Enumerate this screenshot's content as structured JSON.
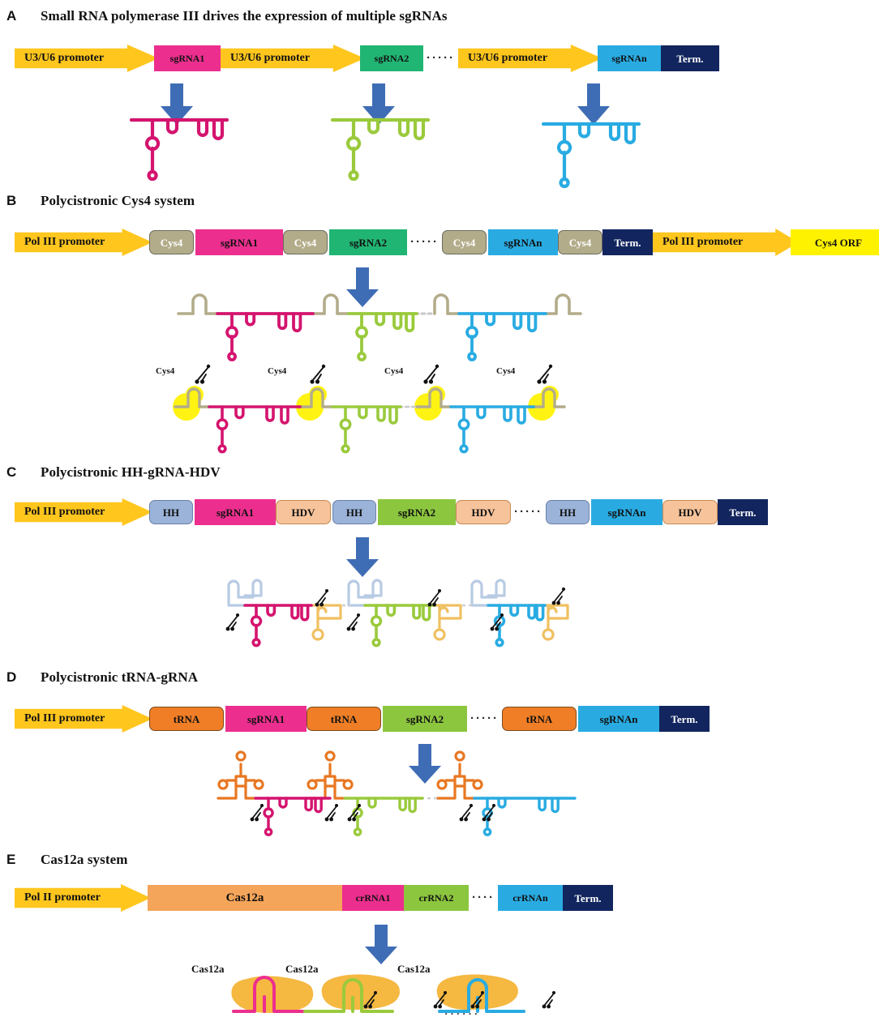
{
  "figure": {
    "colors": {
      "promoter_yellow": "#FFC61E",
      "promoter_gold": "#F5B400",
      "sgrna1_pink": "#EC2F8E",
      "sgrna1_magenta": "#E8308C",
      "sgrna2_green": "#17B871",
      "sgrna2_lightgreen": "#8CC63F",
      "sgrnan_blue": "#29ABE2",
      "term_navy": "#12255E",
      "cys4_khaki": "#B3AC8A",
      "hh_blue": "#9BB3D9",
      "hdv_peach": "#F6C39B",
      "trna_orange": "#F07E26",
      "cas12a_orange": "#F5A55A",
      "cas12a_blob": "#F5B841",
      "orf_yellow": "#FFF200",
      "process_arrow_blue": "#3F6DB5",
      "highlight_yellow": "#FFF200",
      "rna_pink": "#D4146E",
      "rna_green": "#9ACA3C",
      "rna_blue": "#29ABE2",
      "rna_khaki": "#B3AC8A",
      "rna_lightblue": "#B8CBE3",
      "rna_gold": "#F0C060",
      "rna_orange": "#E87722"
    },
    "panels": [
      {
        "letter": "A",
        "title": "Small RNA polymerase III drives the expression of multiple sgRNAs",
        "construct": [
          {
            "label": "U3/U6 promoter",
            "type": "promoter"
          },
          {
            "label": "sgRNA1",
            "type": "block"
          },
          {
            "label": "U3/U6 promoter",
            "type": "promoter"
          },
          {
            "label": "sgRNA2",
            "type": "block"
          },
          {
            "label": "·····",
            "type": "dots"
          },
          {
            "label": "U3/U6 promoter",
            "type": "promoter"
          },
          {
            "label": "sgRNAn",
            "type": "block"
          },
          {
            "label": "Term.",
            "type": "block"
          }
        ],
        "arrow_count": 3,
        "transcript_count": 3
      },
      {
        "letter": "B",
        "title": "Polycistronic Cys4 system",
        "construct": [
          {
            "label": "Pol III promoter",
            "type": "promoter"
          },
          {
            "label": "Cys4",
            "type": "block"
          },
          {
            "label": "sgRNA1",
            "type": "block"
          },
          {
            "label": "Cys4",
            "type": "block"
          },
          {
            "label": "sgRNA2",
            "type": "block"
          },
          {
            "label": "·····",
            "type": "dots"
          },
          {
            "label": "Cys4",
            "type": "block"
          },
          {
            "label": "sgRNAn",
            "type": "block"
          },
          {
            "label": "Cys4",
            "type": "block"
          },
          {
            "label": "Term.",
            "type": "block"
          },
          {
            "label": "Pol III promoter",
            "type": "promoter"
          },
          {
            "label": "Cys4 ORF",
            "type": "block"
          }
        ],
        "cleavage_labels": [
          "Cys4",
          "Cys4",
          "Cys4",
          "Cys4"
        ],
        "scissors_count": 4
      },
      {
        "letter": "C",
        "title": "Polycistronic HH-gRNA-HDV",
        "construct": [
          {
            "label": "Pol III promoter",
            "type": "promoter"
          },
          {
            "label": "HH",
            "type": "block"
          },
          {
            "label": "sgRNA1",
            "type": "block"
          },
          {
            "label": "HDV",
            "type": "block"
          },
          {
            "label": "HH",
            "type": "block"
          },
          {
            "label": "sgRNA2",
            "type": "block"
          },
          {
            "label": "HDV",
            "type": "block"
          },
          {
            "label": "·····",
            "type": "dots"
          },
          {
            "label": "HH",
            "type": "block"
          },
          {
            "label": "sgRNAn",
            "type": "block"
          },
          {
            "label": "HDV",
            "type": "block"
          },
          {
            "label": "Term.",
            "type": "block"
          }
        ],
        "scissors_count": 6
      },
      {
        "letter": "D",
        "title": "Polycistronic tRNA-gRNA",
        "construct": [
          {
            "label": "Pol III promoter",
            "type": "promoter"
          },
          {
            "label": "tRNA",
            "type": "block"
          },
          {
            "label": "sgRNA1",
            "type": "block"
          },
          {
            "label": "tRNA",
            "type": "block"
          },
          {
            "label": "sgRNA2",
            "type": "block"
          },
          {
            "label": "·····",
            "type": "dots"
          },
          {
            "label": "tRNA",
            "type": "block"
          },
          {
            "label": "sgRNAn",
            "type": "block"
          },
          {
            "label": "Term.",
            "type": "block"
          }
        ],
        "scissors_count": 6
      },
      {
        "letter": "E",
        "title": "Cas12a system",
        "construct": [
          {
            "label": "Pol II promoter",
            "type": "promoter"
          },
          {
            "label": "Cas12a",
            "type": "block"
          },
          {
            "label": "crRNA1",
            "type": "block"
          },
          {
            "label": "crRNA2",
            "type": "block"
          },
          {
            "label": "····",
            "type": "dots"
          },
          {
            "label": "crRNAn",
            "type": "block"
          },
          {
            "label": "Term.",
            "type": "block"
          }
        ],
        "cleavage_labels": [
          "Cas12a",
          "Cas12a",
          "Cas12a"
        ],
        "scissors_count": 4,
        "trailing_dots": "······"
      }
    ]
  }
}
